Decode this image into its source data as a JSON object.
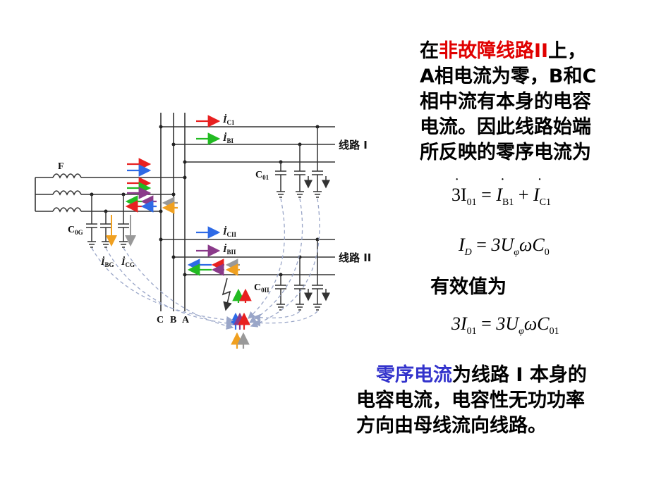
{
  "diagram": {
    "F": "F",
    "C0G": "C",
    "C0G_sub": "0G",
    "IBG": "İ",
    "IBG_sub": "BG",
    "ICG": "İ",
    "ICG_sub": "CG",
    "phase_C": "C",
    "phase_B": "B",
    "phase_A": "A",
    "IC1": "İ",
    "IC1_sub": "C1",
    "IB1": "İ",
    "IB1_sub": "BI",
    "line1_label": "线路 I",
    "C01": "C",
    "C01_sub": "01",
    "ICII": "İ",
    "ICII_sub": "CII",
    "IBII": "İ",
    "IBII_sub": "BII",
    "line2_label": "线路 II",
    "C0II": "C",
    "C0II_sub": "0II"
  },
  "text1": {
    "line1_pre": "在",
    "line1_red": "非故障线路II",
    "line1_post": "上，",
    "line2": "A相电流为零，B和C",
    "line3": "相中流有本身的电容",
    "line4": "电流。因此线路始端",
    "line5": "所反映的零序电流为"
  },
  "eq1": {
    "lhs": "3I",
    "lhs_sub": "01",
    "eq": "=",
    "t1": "I",
    "t1_sub": "B1",
    "plus": "+",
    "t2": "I",
    "t2_sub": "C1"
  },
  "eq2": {
    "lhs": "I",
    "lhs_sub": "D",
    "eq": "=",
    "rhs_a": "3U",
    "rhs_sub": "φ",
    "rhs_b": "ωC",
    "rhs_sub2": "0"
  },
  "text2": "有效值为",
  "eq3": {
    "lhs": "3I",
    "lhs_sub": "01",
    "eq": "=",
    "rhs_a": "3U",
    "rhs_sub": "φ",
    "rhs_b": "ωC",
    "rhs_sub2": "01"
  },
  "text3": {
    "line1_blue": "零序电流",
    "line1_post": "为线路 I 本身的",
    "line2": "电容电流，电容性无功功率",
    "line3": "方向由母线流向线路。"
  },
  "colors": {
    "red": "#e00000",
    "blue_text": "#3333cc",
    "arrow_red": "#e82020",
    "arrow_blue": "#2e6ae6",
    "arrow_green": "#22bb22",
    "arrow_purple": "#8a3a8a",
    "arrow_orange": "#f0a020",
    "arrow_gray": "#999999",
    "dash": "#9aa6c8"
  }
}
